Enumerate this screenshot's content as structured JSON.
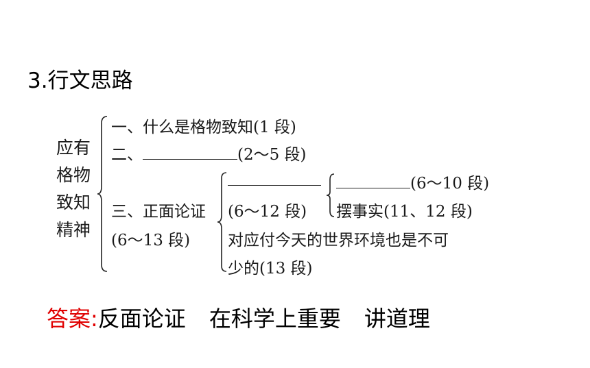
{
  "heading": "3.行文思路",
  "root": [
    "应有",
    "格物",
    "致知",
    "精神"
  ],
  "sections": {
    "one": "一、什么是格物致知(1 段)",
    "two_prefix": "二、",
    "two_suffix": "(2～5 段)",
    "three_line1": "三、正面论证",
    "three_line2": "(6～13 段)"
  },
  "sub": {
    "a_paragraphs": "(6～12 段)",
    "b_line1": "对应付今天的世界环境也是不可",
    "b_line2": "少的(13 段)"
  },
  "subsub": {
    "a_paragraphs": "(6～10 段)",
    "b_text": "摆事实(11、12 段)"
  },
  "answer": {
    "label": "答案:",
    "parts": [
      "反面论证",
      "在科学上重要",
      "讲道理"
    ]
  }
}
